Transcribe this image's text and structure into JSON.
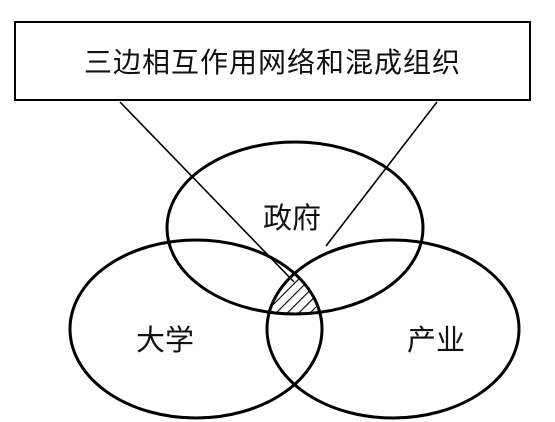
{
  "title": "三边相互作用网络和混成组织",
  "circles": {
    "government": "政府",
    "university": "大学",
    "industry": "产业"
  }
}
